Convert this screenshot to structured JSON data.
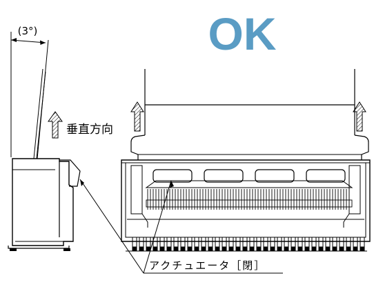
{
  "title": "OK",
  "angle_label": "(3°)",
  "direction_label": "垂直方向",
  "actuator_label": "アクチュエータ［閉］",
  "colors": {
    "accent": "#5a9cc4",
    "line": "#000000",
    "background": "#ffffff"
  }
}
